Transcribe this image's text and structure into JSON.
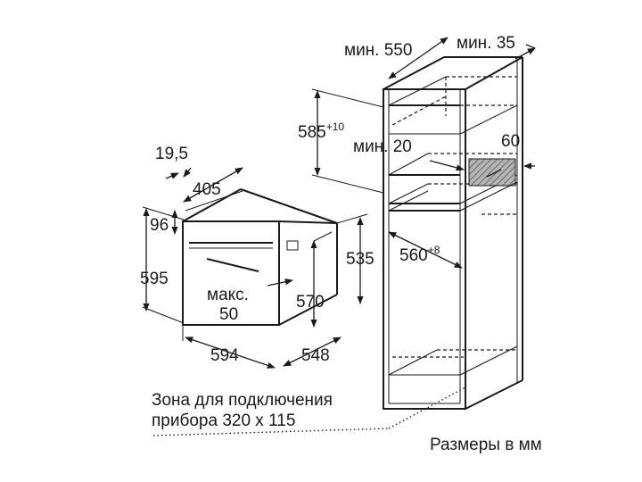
{
  "labels": {
    "min550": "мин. 550",
    "min35": "мин. 35",
    "d585": "585",
    "d585_sup": "+10",
    "min20": "мин. 20",
    "d60": "60",
    "d560": "560",
    "d560_sup": "+8",
    "d19_5": "19,5",
    "d405": "405",
    "d96": "96",
    "d595": "595",
    "d535": "535",
    "d570": "570",
    "max_line1": "макс.",
    "max_line2": "50",
    "d594": "594",
    "d548": "548",
    "zone_line1": "Зона для подключения",
    "zone_line2": "прибора 320 x 115",
    "units": "Размеры в мм"
  }
}
